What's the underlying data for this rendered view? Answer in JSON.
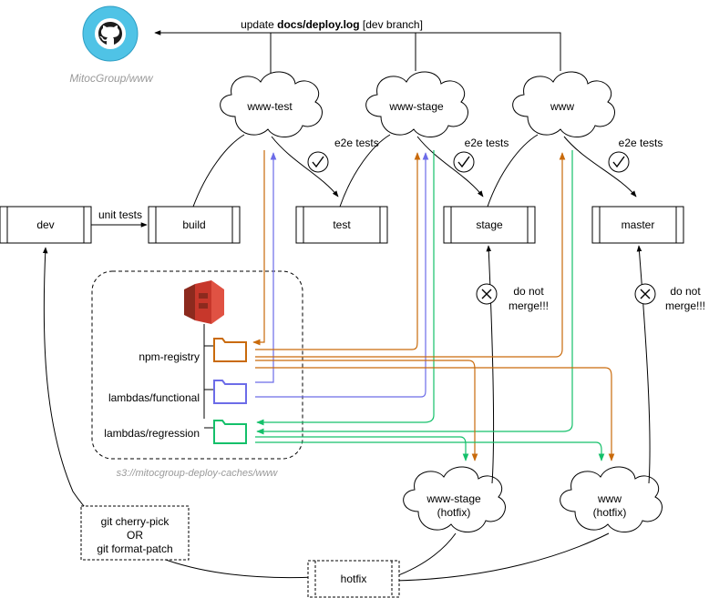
{
  "github": {
    "label": "MitocGroup/www"
  },
  "top_edge": {
    "prefix": "update ",
    "bold": "docs/deploy.log",
    "suffix": " [dev branch]"
  },
  "clouds": {
    "www_test": "www-test",
    "www_stage": "www-stage",
    "www": "www",
    "www_stage_hotfix_l1": "www-stage",
    "www_stage_hotfix_l2": "(hotfix)",
    "www_hotfix_l1": "www",
    "www_hotfix_l2": "(hotfix)"
  },
  "nodes": {
    "dev": "dev",
    "build": "build",
    "test": "test",
    "stage": "stage",
    "master": "master",
    "hotfix": "hotfix"
  },
  "edge_labels": {
    "unit_tests": "unit tests",
    "e2e_1": "e2e tests",
    "e2e_2": "e2e tests",
    "e2e_3": "e2e tests",
    "no_merge_1_l1": "do not",
    "no_merge_1_l2": "merge!!!",
    "no_merge_2_l1": "do not",
    "no_merge_2_l2": "merge!!!"
  },
  "s3": {
    "npm_registry": "npm-registry",
    "lambdas_functional": "lambdas/functional",
    "lambdas_regression": "lambdas/regression",
    "caption": "s3://mitocgroup-deploy-caches/www"
  },
  "cherry_pick": {
    "l1": "git cherry-pick",
    "l2": "OR",
    "l3": "git format-patch"
  },
  "colors": {
    "npm": "#c96a0b",
    "functional": "#6c6ce8",
    "regression": "#14c06a",
    "s3_red": "#c7372b",
    "github_bg": "#4fc3e6"
  }
}
